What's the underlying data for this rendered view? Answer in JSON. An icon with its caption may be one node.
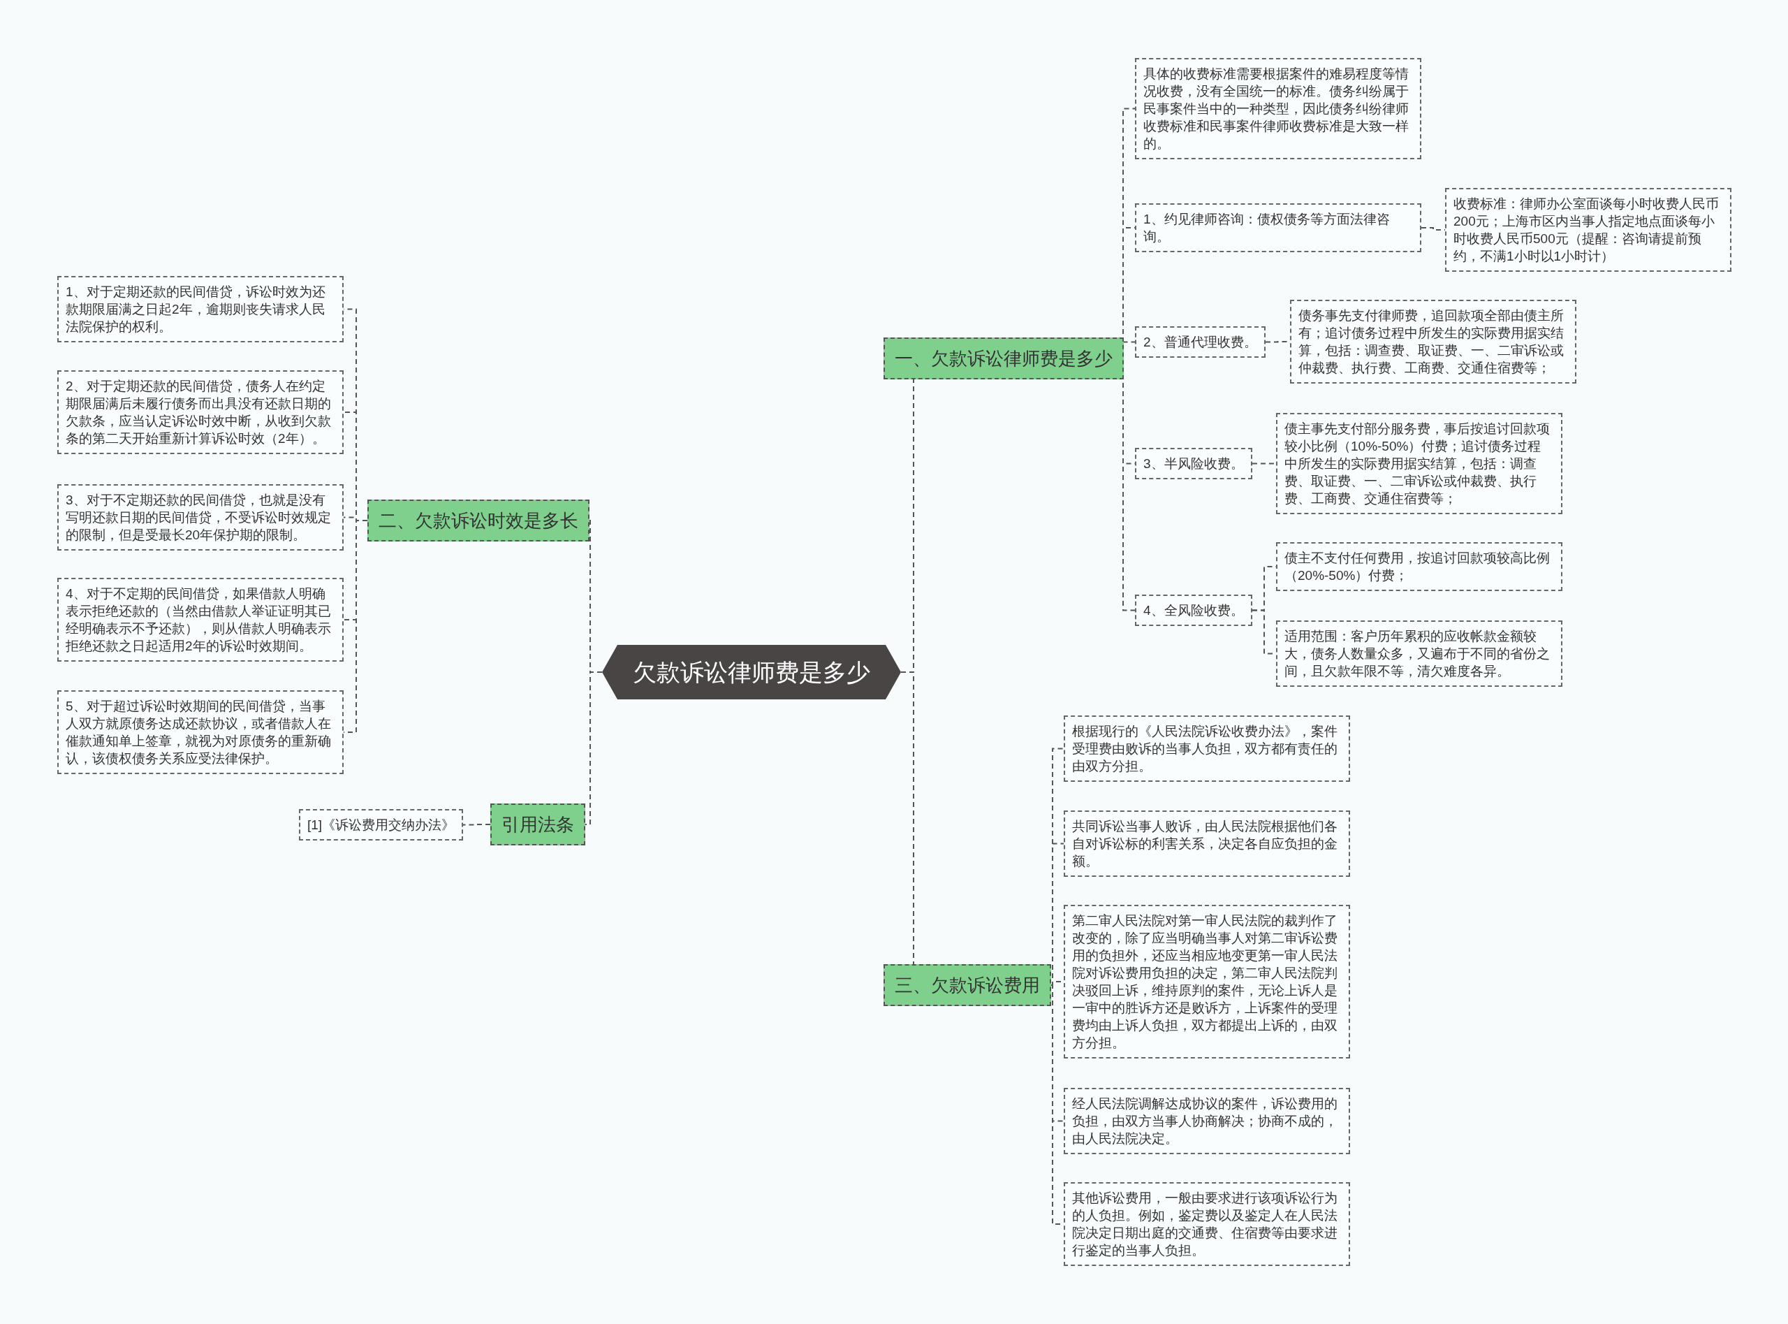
{
  "diagram": {
    "nodes": [
      {
        "text": [
          "欠款诉讼律师费是多少"
        ]
      },
      {
        "text": [
          "一、欠款诉讼律师费是多少"
        ]
      },
      {
        "text": [
          "具体的收费标准需要根据案件的难易程度等情况收费，没有全国统一的标准。债务纠纷属于民事案件当中的一种类型，因此债务纠纷律师收费标准和民事案件律师收费标准是大致一样的。"
        ]
      },
      {
        "text": [
          "1、约见律师咨询：债权债务等方面法律咨询。"
        ]
      },
      {
        "text": [
          "收费标准：律师办公室面谈每小时收费人民币200元；上海市区内当事人指定地点面谈每小时收费人民币500元（提醒：咨询请提前预约，不满1小时以1小时计）"
        ]
      },
      {
        "text": [
          "2、普通代理收费。"
        ]
      },
      {
        "text": [
          "债务事先支付律师费，追回款项全部由债主所有；追讨债务过程中所发生的实际费用据实结算，包括：调查费、取证费、一、二审诉讼或仲裁费、执行费、工商费、交通住宿费等；"
        ]
      },
      {
        "text": [
          "3、半风险收费。"
        ]
      },
      {
        "text": [
          "债主事先支付部分服务费，事后按追讨回款项较小比例（10%-50%）付费；追讨债务过程中所发生的实际费用据实结算，包括：调查费、取证费、一、二审诉讼或仲裁费、执行费、工商费、交通住宿费等；"
        ]
      },
      {
        "text": [
          "4、全风险收费。"
        ]
      },
      {
        "text": [
          "债主不支付任何费用，按追讨回款项较高比例（20%-50%）付费；"
        ]
      },
      {
        "text": [
          "适用范围：客户历年累积的应收帐款金额较大，债务人数量众多，又遍布于不同的省份之间，且欠款年限不等，清欠难度各异。"
        ]
      },
      {
        "text": [
          "二、欠款诉讼时效是多长"
        ]
      },
      {
        "text": [
          "1、对于定期还款的民间借贷，诉讼时效为还款期限届满之日起2年，逾期则丧失请求人民法院保护的权利。"
        ]
      },
      {
        "text": [
          "2、对于定期还款的民间借贷，债务人在约定期限届满后未履行债务而出具没有还款日期的欠款条，应当认定诉讼时效中断，从收到欠款条的第二天开始重新计算诉讼时效（2年）。"
        ]
      },
      {
        "text": [
          "3、对于不定期还款的民间借贷，也就是没有写明还款日期的民间借贷，不受诉讼时效规定的限制，但是受最长20年保护期的限制。"
        ]
      },
      {
        "text": [
          "4、对于不定期的民间借贷，如果借款人明确表示拒绝还款的（当然由借款人举证证明其已经明确表示不予还款），则从借款人明确表示拒绝还款之日起适用2年的诉讼时效期间。"
        ]
      },
      {
        "text": [
          "5、对于超过诉讼时效期间的民间借贷，当事人双方就原债务达成还款协议，或者借款人在催款通知单上签章，就视为对原债务的重新确认，该债权债务关系应受法律保护。"
        ]
      },
      {
        "text": [
          "引用法条"
        ]
      },
      {
        "text": [
          "[1]《诉讼费用交纳办法》"
        ]
      },
      {
        "text": [
          "三、欠款诉讼费用"
        ]
      },
      {
        "text": [
          "根据现行的《人民法院诉讼收费办法》，案件受理费由败诉的当事人负担，双方都有责任的由双方分担。"
        ]
      },
      {
        "text": [
          "共同诉讼当事人败诉，由人民法院根据他们各自对诉讼标的利害关系，决定各自应负担的金额。"
        ]
      },
      {
        "text": [
          "第二审人民法院对第一审人民法院的裁判作了改变的，除了应当明确当事人对第二审诉讼费用的负担外，还应当相应地变更第一审人民法院对诉讼费用负担的决定，第二审人民法院判决驳回上诉，维持原判的案件，无论上诉人是一审中的胜诉方还是败诉方，上诉案件的受理费均由上诉人负担，双方都提出上诉的，由双方分担。"
        ]
      },
      {
        "text": [
          "经人民法院调解达成协议的案件，诉讼费用的负担，由双方当事人协商解决；协商不成的，由人民法院决定。"
        ]
      },
      {
        "text": [
          "其他诉讼费用，一般由要求进行该项诉讼行为的人负担。例如，鉴定费以及鉴定人在人民法院决定日期出庭的交通费、住宿费等由要求进行鉴定的当事人负担。"
        ]
      }
    ],
    "edges": [
      {
        "from": 0,
        "to": 1,
        "arrow": "none"
      },
      {
        "from": 1,
        "to": 2,
        "arrow": "none"
      },
      {
        "from": 1,
        "to": 3,
        "arrow": "none"
      },
      {
        "from": 3,
        "to": 4,
        "arrow": "none"
      },
      {
        "from": 1,
        "to": 5,
        "arrow": "none"
      },
      {
        "from": 5,
        "to": 6,
        "arrow": "none"
      },
      {
        "from": 1,
        "to": 7,
        "arrow": "none"
      },
      {
        "from": 7,
        "to": 8,
        "arrow": "none"
      },
      {
        "from": 1,
        "to": 9,
        "arrow": "none"
      },
      {
        "from": 9,
        "to": 10,
        "arrow": "none"
      },
      {
        "from": 9,
        "to": 11,
        "arrow": "none"
      },
      {
        "from": 0,
        "to": 12,
        "arrow": "none"
      },
      {
        "from": 12,
        "to": 13,
        "arrow": "none"
      },
      {
        "from": 12,
        "to": 14,
        "arrow": "none"
      },
      {
        "from": 12,
        "to": 15,
        "arrow": "none"
      },
      {
        "from": 12,
        "to": 16,
        "arrow": "none"
      },
      {
        "from": 12,
        "to": 17,
        "arrow": "none"
      },
      {
        "from": 0,
        "to": 18,
        "arrow": "none"
      },
      {
        "from": 18,
        "to": 19,
        "arrow": "none"
      },
      {
        "from": 0,
        "to": 20,
        "arrow": "none"
      },
      {
        "from": 20,
        "to": 21,
        "arrow": "none"
      },
      {
        "from": 20,
        "to": 22,
        "arrow": "none"
      },
      {
        "from": 20,
        "to": 23,
        "arrow": "none"
      },
      {
        "from": 20,
        "to": 24,
        "arrow": "none"
      },
      {
        "from": 20,
        "to": 25,
        "arrow": "none"
      }
    ]
  }
}
